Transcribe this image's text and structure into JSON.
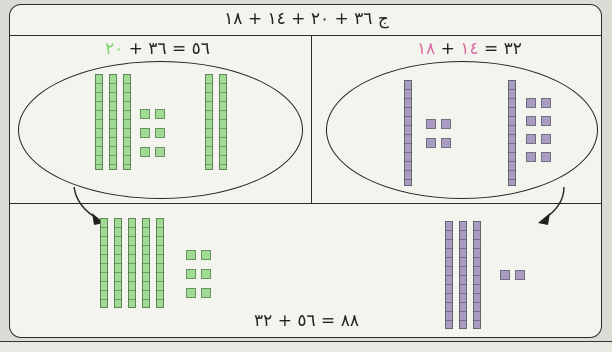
{
  "header": {
    "expression": "ج ٣٦ + ٢٠ + ١٤ + ١٨"
  },
  "left_box": {
    "sum_rest": "٥٦ = ٣٦ + ",
    "first_addend": "٢٠",
    "first_addend_color": "#7fd36a",
    "second_addend_color": "#7fd36a"
  },
  "right_box": {
    "sum_rest": "٣٢ = ",
    "first_addend": "١٤",
    "plus": " + ",
    "second_addend": "١٨",
    "addend_color": "#d86aa0"
  },
  "bottom": {
    "final_equation": "٨٨ = ٥٦ + ٣٢"
  },
  "colors": {
    "green_block": "#9fdb92",
    "purple_block": "#a99bc4"
  }
}
